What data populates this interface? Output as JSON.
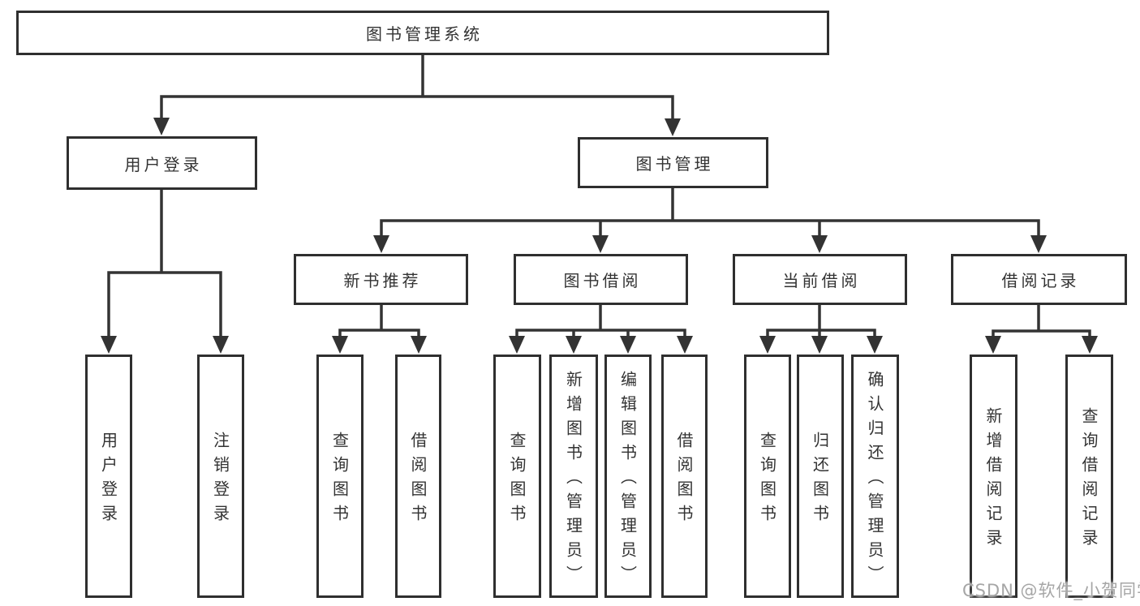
{
  "diagram": {
    "root": {
      "label": "图书管理系统"
    },
    "level2": [
      {
        "id": "user",
        "label": "用户登录"
      },
      {
        "id": "management",
        "label": "图书管理"
      }
    ],
    "level3": [
      {
        "id": "recommend",
        "label": "新书推荐"
      },
      {
        "id": "borrow",
        "label": "图书借阅"
      },
      {
        "id": "current",
        "label": "当前借阅"
      },
      {
        "id": "history",
        "label": "借阅记录"
      }
    ],
    "leaves": {
      "user": [
        "用户登录",
        "注销登录"
      ],
      "recommend": [
        "查询图书",
        "借阅图书"
      ],
      "borrow": [
        "查询图书",
        "新增图书（管理员）",
        "编辑图书（管理员）",
        "借阅图书"
      ],
      "current": [
        "查询图书",
        "归还图书",
        "确认归还（管理员）"
      ],
      "history": [
        "新增借阅记录",
        "查询借阅记录"
      ]
    }
  },
  "watermark": {
    "text": "CSDN @软件_小贺同学"
  },
  "colors": {
    "line": "#333333",
    "border": "#2f2f2f",
    "text": "#333333",
    "background": "#ffffff",
    "watermark": "#a6a6a6"
  }
}
